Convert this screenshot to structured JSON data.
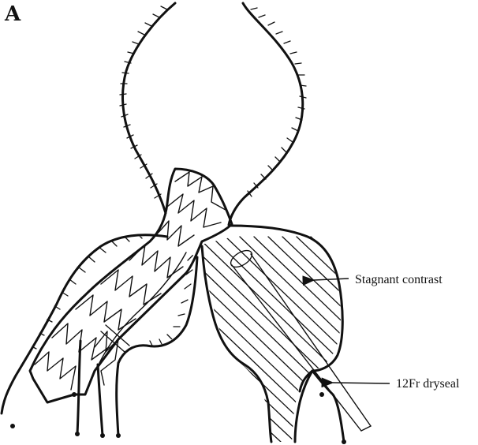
{
  "panel_label": "A",
  "callouts": {
    "stagnant_contrast": "Stagnant contrast",
    "dryseal": "12Fr dryseal"
  }
}
